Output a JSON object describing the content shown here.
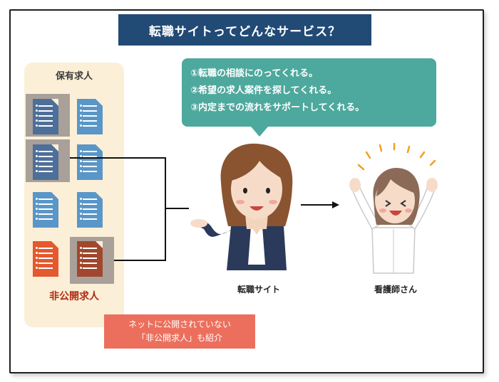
{
  "title": "転職サイトってどんなサービス？",
  "holdings": {
    "top_label": "保有求人",
    "bottom_label": "非公開求人"
  },
  "bubble": {
    "lines": [
      "①転職の相談にのってくれる。",
      "②希望の求人案件を探してくれる。",
      "③内定までの流れをサポートしてくれる。"
    ]
  },
  "labels": {
    "site": "転職サイト",
    "nurse": "看護師さん"
  },
  "note": {
    "line1": "ネットに公開されていない",
    "line2": "「非公開求人」も紹介"
  },
  "colors": {
    "title_bg": "#214a75",
    "bubble_bg": "#4da89d",
    "note_bg": "#ec6f5d",
    "holdings_bg": "#fcefd7",
    "doc_gray_blue": "#4d6f9a",
    "doc_blue": "#5a96c8",
    "doc_orange": "#e5592e",
    "doc_brown": "#a0472d"
  }
}
